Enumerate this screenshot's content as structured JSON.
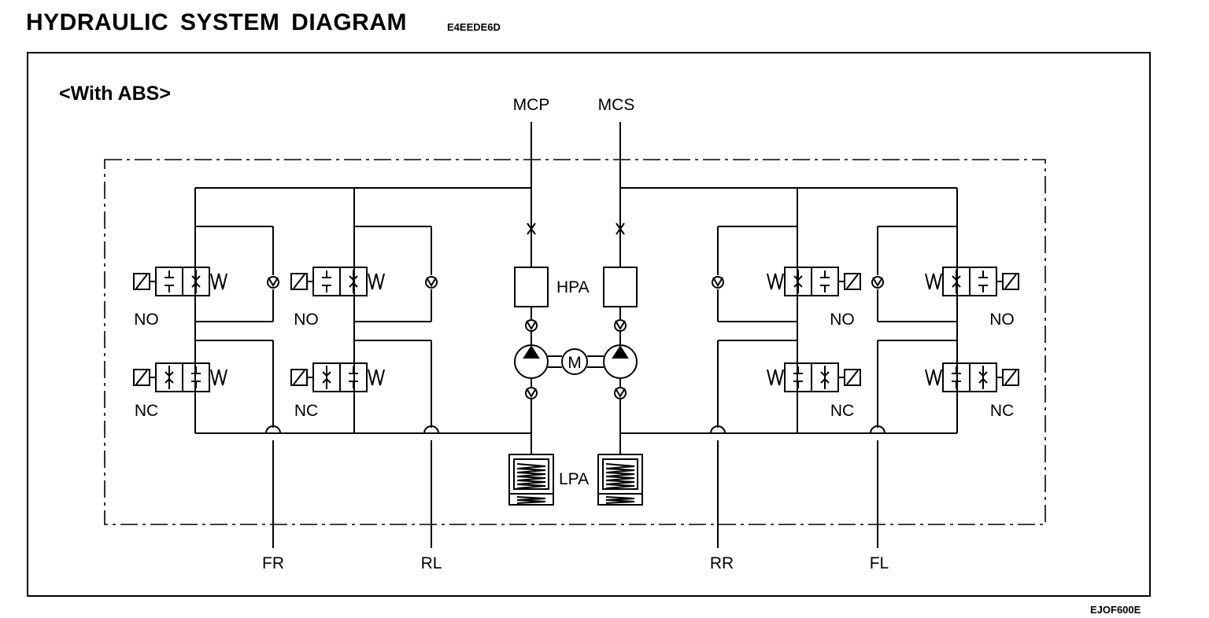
{
  "header": {
    "title": "HYDRAULIC SYSTEM DIAGRAM",
    "code": "E4EEDE6D"
  },
  "footer": {
    "code": "EJOF600E"
  },
  "diagram": {
    "subtitle": "<With ABS>",
    "inputs": {
      "primary": "MCP",
      "secondary": "MCS"
    },
    "outputs": [
      "FR",
      "RL",
      "RR",
      "FL"
    ],
    "valves": {
      "normally_open": "NO",
      "normally_closed": "NC"
    },
    "components": {
      "high_pressure_accumulator": "HPA",
      "low_pressure_accumulator": "LPA",
      "motor": "M"
    }
  }
}
